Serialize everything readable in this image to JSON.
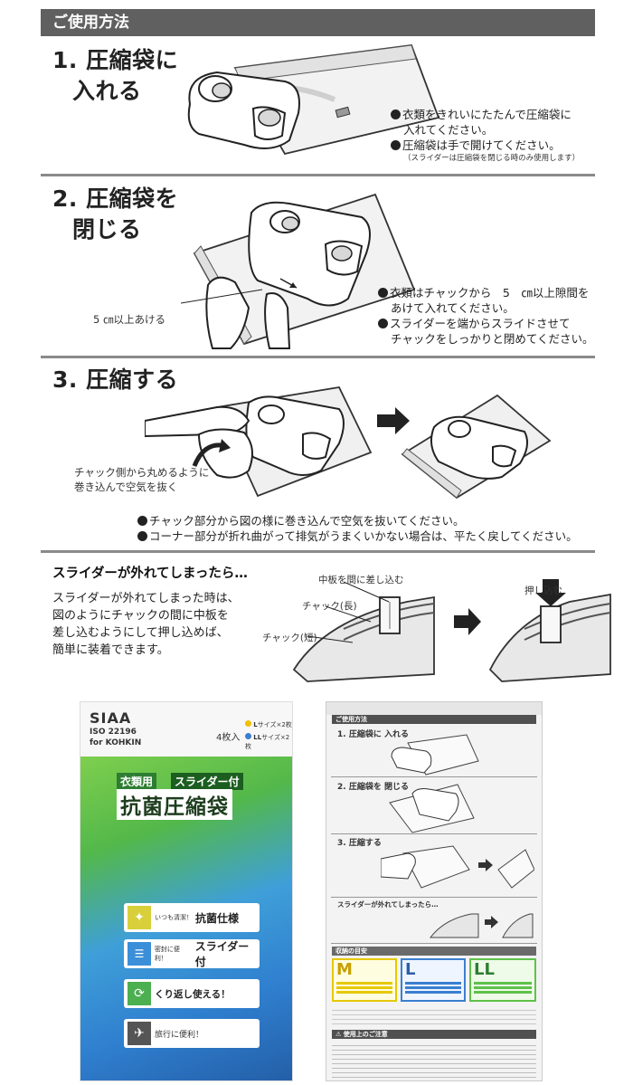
{
  "header": {
    "title": "ご使用方法"
  },
  "step1": {
    "title_line1": "1. 圧縮袋に",
    "title_line2": "入れる",
    "note1_line1": "衣類をきれいにたたんで圧縮袋に",
    "note1_line2": "入れてください。",
    "note2_line1": "圧縮袋は手で開けてください。",
    "note2_small": "（スライダーは圧縮袋を閉じる時のみ使用します）"
  },
  "step2": {
    "title_line1": "2. 圧縮袋を",
    "title_line2": "閉じる",
    "callout": "5 ㎝以上あける",
    "note1_line1": "衣類はチャックから　5　㎝以上隙間を",
    "note1_line2": "あけて入れてください。",
    "note2_line1": "スライダーを端からスライドさせて",
    "note2_line2": "チャックをしっかりと閉めてください。"
  },
  "step3": {
    "title": "3. 圧縮する",
    "caption_line1": "チャック側から丸めるように",
    "caption_line2": "巻き込んで空気を抜く",
    "note1": "チャック部分から図の様に巻き込んで空気を抜いてください。",
    "note2": "コーナー部分が折れ曲がって排気がうまくいかない場合は、平たく戻してください。"
  },
  "slider": {
    "title": "スライダーが外れてしまったら…",
    "text_line1": "スライダーが外れてしまった時は、",
    "text_line2": "図のようにチャックの間に中板を",
    "text_line3": "差し込むようにして押し込めば、",
    "text_line4": "簡単に装着できます。",
    "label_insert": "中板を間に差し込む",
    "label_long": "チャック(長)",
    "label_short": "チャック(短)",
    "label_push": "押し込む"
  },
  "package_front": {
    "siaa": "SIAA",
    "iso": "ISO 22196",
    "brand": "for KOHKIN",
    "count": "4枚入",
    "size_l": "L",
    "size_l_count": "サイズ×2枚",
    "size_ll": "LL",
    "size_ll_count": "サイズ×2枚",
    "tag_clothes": "衣類用",
    "tag_slider": "スライダー付",
    "product_name": "抗菌圧縮袋",
    "feature1_small": "いつも清潔！",
    "feature1": "抗菌仕様",
    "feature2_small": "密封に便利！",
    "feature2": "スライダー付",
    "feature3": "くり返し使える！",
    "feature4_small": "旅行に便利！"
  },
  "package_back": {
    "title": "ご使用方法",
    "step1": "1. 圧縮袋に 入れる",
    "step2": "2. 圧縮袋を 閉じる",
    "step3": "3. 圧縮する",
    "slider": "スライダーが外れてしまったら…",
    "sizes_title": "収納の目安",
    "size_m": "M",
    "size_l": "L",
    "size_ll": "LL",
    "caution": "使用上のご注意"
  },
  "colors": {
    "header_bg": "#606060",
    "divider": "#8a8a8a",
    "package_green": "#5fc14a",
    "package_blue": "#2f7fcf"
  }
}
